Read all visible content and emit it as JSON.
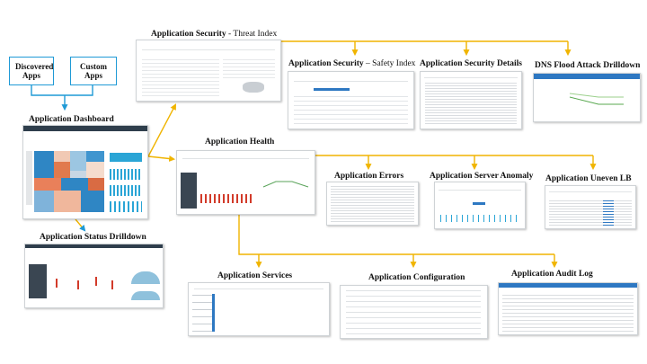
{
  "diagram": {
    "boxes": {
      "discovered": "Discovered Apps",
      "custom": "Custom Apps"
    },
    "labels": {
      "dashboard": "Application Dashboard",
      "status_drilldown": "Application Status Drilldown",
      "threat_index_bold": "Application Security",
      "threat_index_rest": " - Threat Index",
      "safety_index_bold": "Application Security",
      "safety_index_rest": " – Safety Index",
      "security_details": "Application Security Details",
      "dns_flood": "DNS Flood Attack Drilldown",
      "health": "Application Health",
      "errors": "Application Errors",
      "server_anomaly": "Application Server Anomaly",
      "uneven_lb": "Application Uneven LB",
      "services": "Application Services",
      "configuration": "Application Configuration",
      "audit_log": "Application Audit Log"
    },
    "colors": {
      "connector": "#f0b400",
      "box_border": "#1f9ad6",
      "dashboard_cyan": "#2aa5d6",
      "dashboard_orange": "#e8845a",
      "status_red": "#d23b2a",
      "area_blue": "#8fc1dc"
    }
  }
}
